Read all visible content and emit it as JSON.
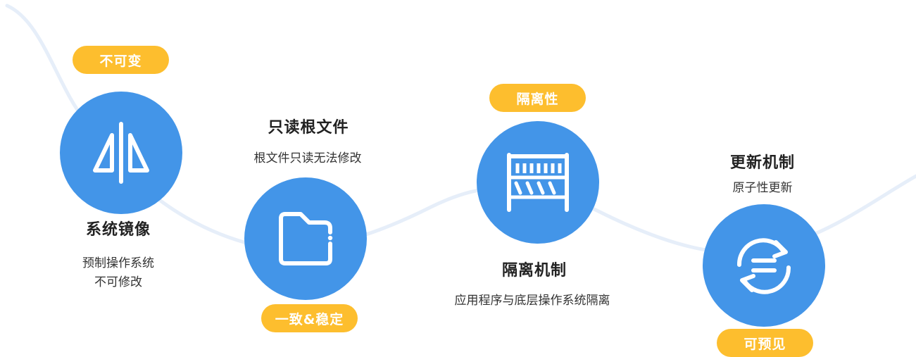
{
  "steps": [
    {
      "title": "系统镜像",
      "badge": "不可变",
      "desc_lines": [
        "预制操作系统",
        "不可修改"
      ],
      "icon": "mirror-icon"
    },
    {
      "title": "只读根文件",
      "badge": "一致&稳定",
      "desc_lines": [
        "根文件只读无法修改"
      ],
      "icon": "folder-icon"
    },
    {
      "title": "隔离机制",
      "badge": "隔离性",
      "desc_lines": [
        "应用程序与底层操作系统隔离"
      ],
      "icon": "barrier-icon"
    },
    {
      "title": "更新机制",
      "badge": "可预见",
      "desc_lines": [
        "原子性更新"
      ],
      "icon": "sync-icon"
    }
  ],
  "colors": {
    "circle": "#4395e8",
    "badge": "#fdbe2e",
    "wave": "#e6eef9"
  }
}
